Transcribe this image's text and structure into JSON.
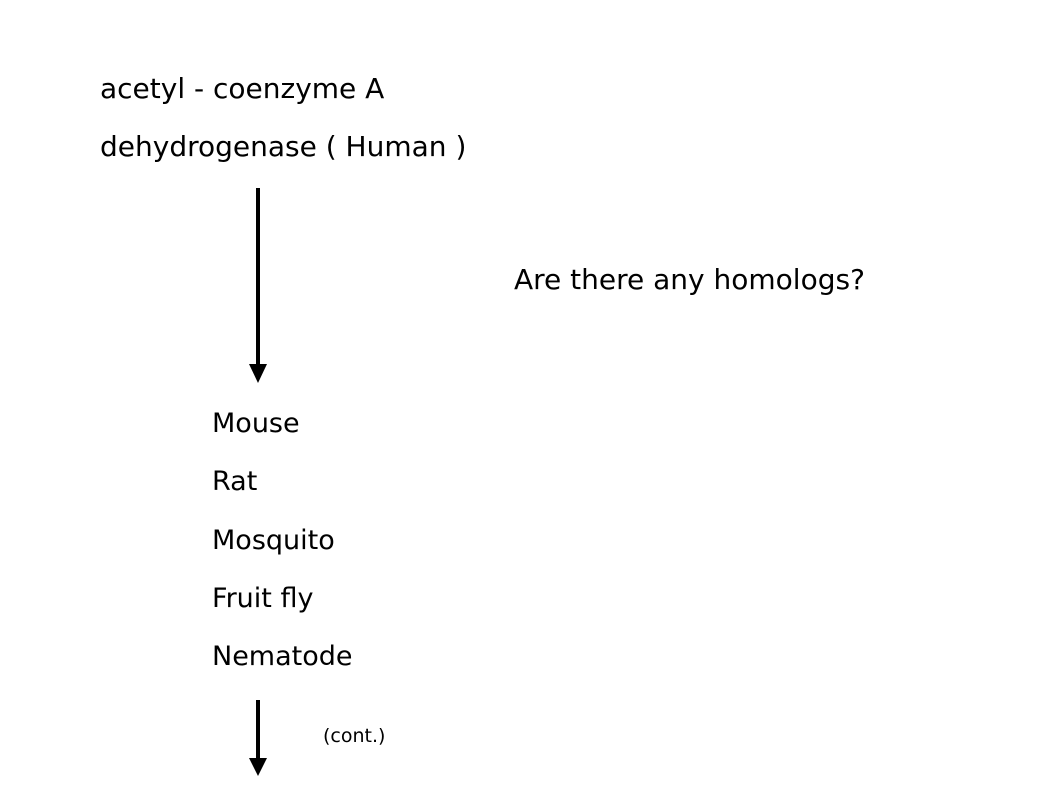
{
  "title": {
    "line1": "acetyl - coenzyme A",
    "line2": "dehydrogenase ( Human )"
  },
  "question": "Are there any homologs?",
  "organisms": [
    "Mouse",
    "Rat",
    "Mosquito",
    "Fruit fly",
    "Nematode"
  ],
  "continuation": "(cont.)",
  "colors": {
    "text": "#000000",
    "background": "#ffffff",
    "arrow": "#000000"
  },
  "icons": {
    "main_arrow": "down-arrow-icon",
    "continuation_arrow": "down-arrow-icon"
  }
}
